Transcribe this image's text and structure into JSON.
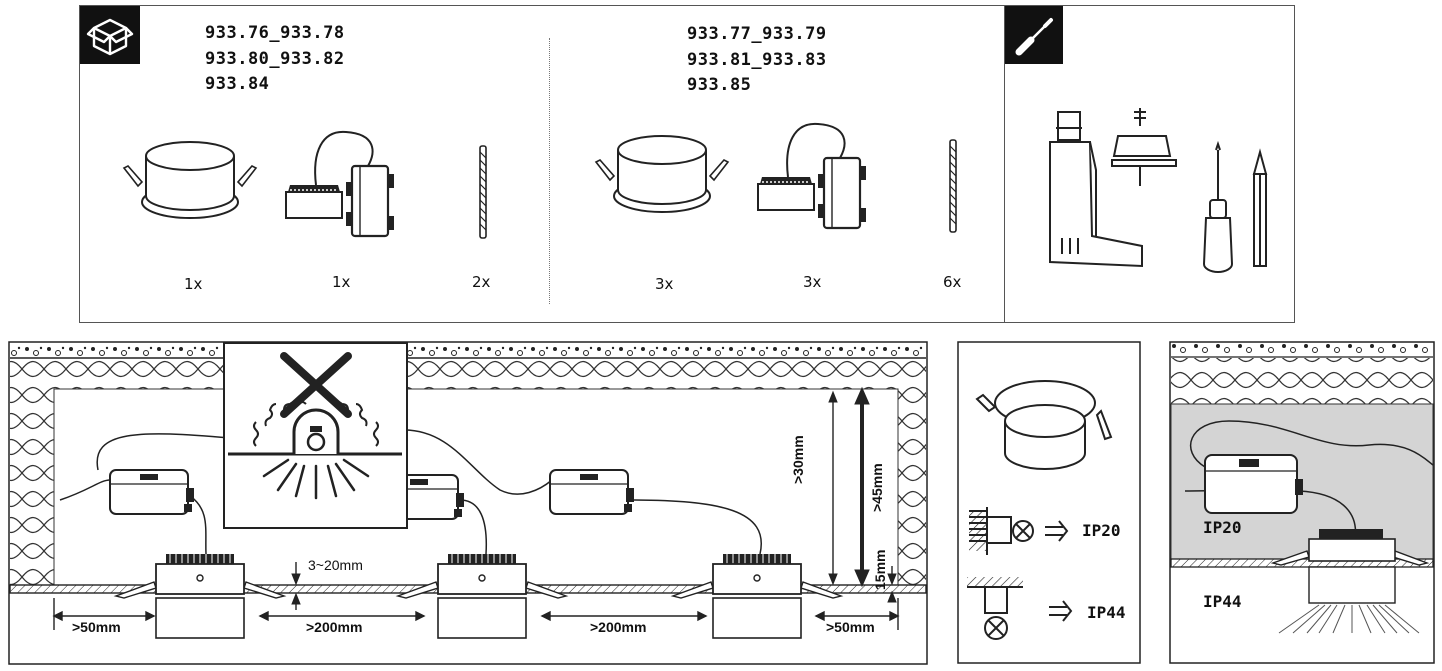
{
  "package_left": {
    "codes": [
      "933.76_933.78",
      "933.80_933.82",
      "933.84"
    ],
    "quantities": [
      "1x",
      "1x",
      "2x"
    ]
  },
  "package_right": {
    "codes": [
      "933.77_933.79",
      "933.81_933.83",
      "933.85"
    ],
    "quantities": [
      "3x",
      "3x",
      "6x"
    ]
  },
  "icons": {
    "box": "package-box-icon",
    "tools": "screwdriver-icon",
    "drill": "drill-icon",
    "hole_saw": "hole-saw-icon",
    "screwdriver": "screwdriver-tool-icon",
    "pencil": "pencil-icon",
    "no_insulation": "no-insulation-warning-icon"
  },
  "installation": {
    "spacing_wall_left": ">50mm",
    "spacing_between_1": ">200mm",
    "spacing_between_2": ">200mm",
    "spacing_wall_right": ">50mm",
    "ceiling_thickness": "3~20mm",
    "depth_min": ">30mm",
    "depth_total": ">45mm",
    "depth_below": "15mm"
  },
  "ip_ratings": {
    "top": "IP20",
    "bottom": "IP44"
  },
  "ip_scene": {
    "above": "IP20",
    "below": "IP44"
  }
}
